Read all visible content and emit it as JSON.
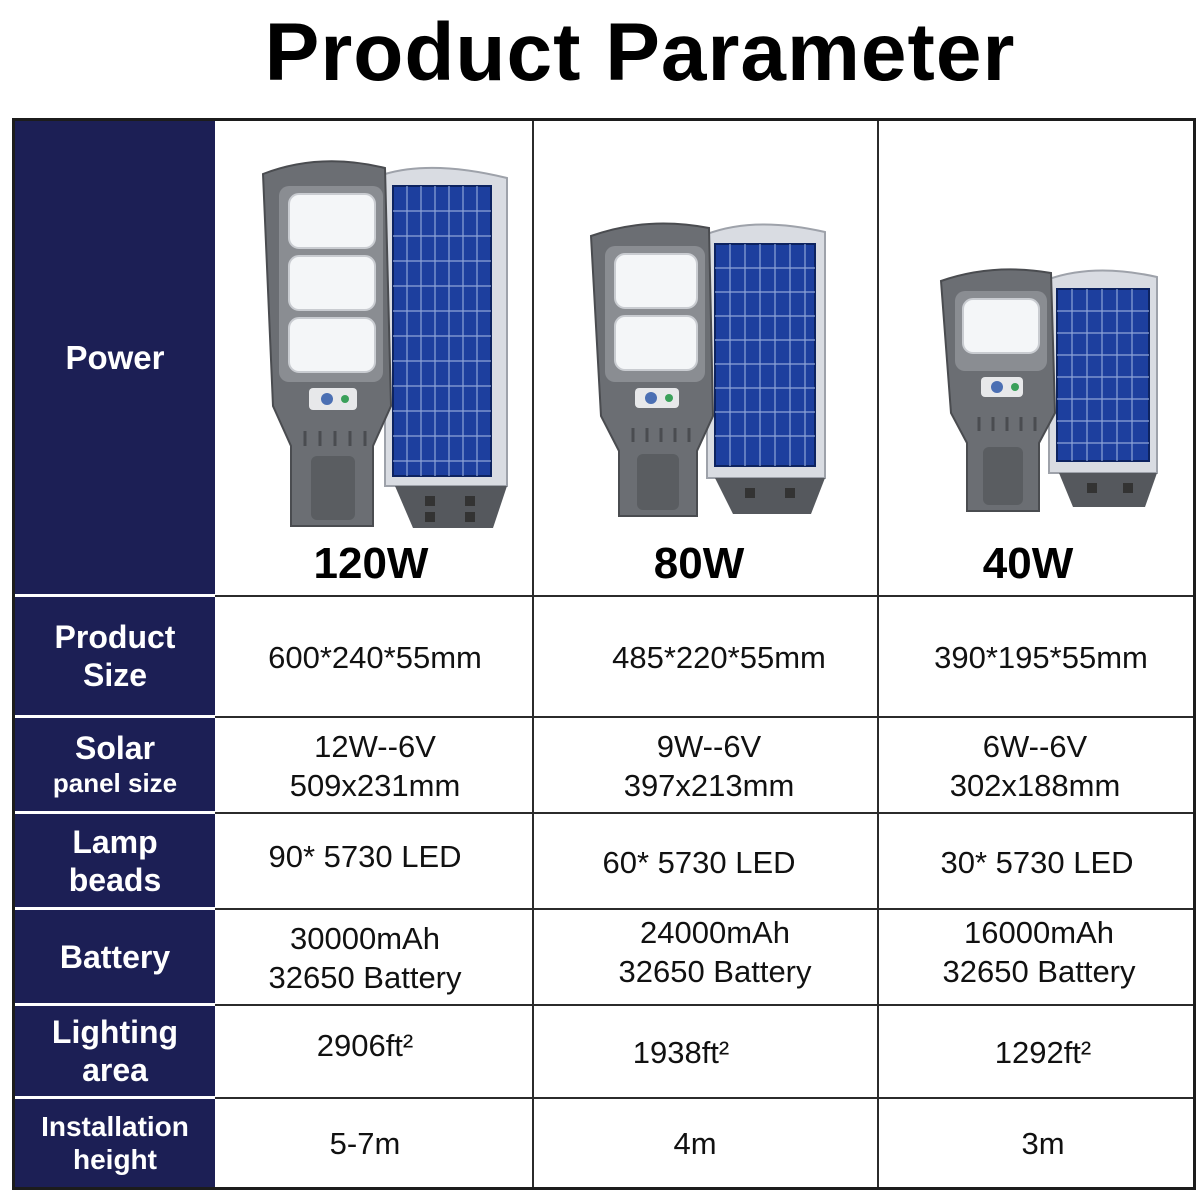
{
  "title": "Product Parameter",
  "row_headers": {
    "power": "Power",
    "size_line1": "Product",
    "size_line2": "Size",
    "solar_line1": "Solar",
    "solar_line2": "panel size",
    "lamp_line1": "Lamp",
    "lamp_line2": "beads",
    "battery": "Battery",
    "area_line1": "Lighting",
    "area_line2": "area",
    "height_line1": "Installation",
    "height_line2": "height"
  },
  "products": [
    {
      "power": "120W",
      "size": "600*240*55mm",
      "solar_line1": "12W--6V",
      "solar_line2": "509x231mm",
      "lamp": "90* 5730 LED",
      "battery_line1": "30000mAh",
      "battery_line2": "32650 Battery",
      "area": "2906ft²",
      "height": "5-7m"
    },
    {
      "power": "80W",
      "size": "485*220*55mm",
      "solar_line1": "9W--6V",
      "solar_line2": "397x213mm",
      "lamp": "60* 5730 LED",
      "battery_line1": "24000mAh",
      "battery_line2": "32650 Battery",
      "area": "1938ft²",
      "height": "4m"
    },
    {
      "power": "40W",
      "size": "390*195*55mm",
      "solar_line1": "6W--6V",
      "solar_line2": "302x188mm",
      "lamp": "30* 5730 LED",
      "battery_line1": "16000mAh",
      "battery_line2": "32650 Battery",
      "area": "1292ft²",
      "height": "3m"
    }
  ],
  "colors": {
    "header_bg": "#1c1f55",
    "header_text": "#ffffff",
    "lamp_body": "#6b6e73",
    "solar_panel": "#1d3f9e"
  },
  "icons": {
    "lamp_120w": "solar-street-lamp-3-module",
    "lamp_80w": "solar-street-lamp-2-module",
    "lamp_40w": "solar-street-lamp-1-module"
  }
}
